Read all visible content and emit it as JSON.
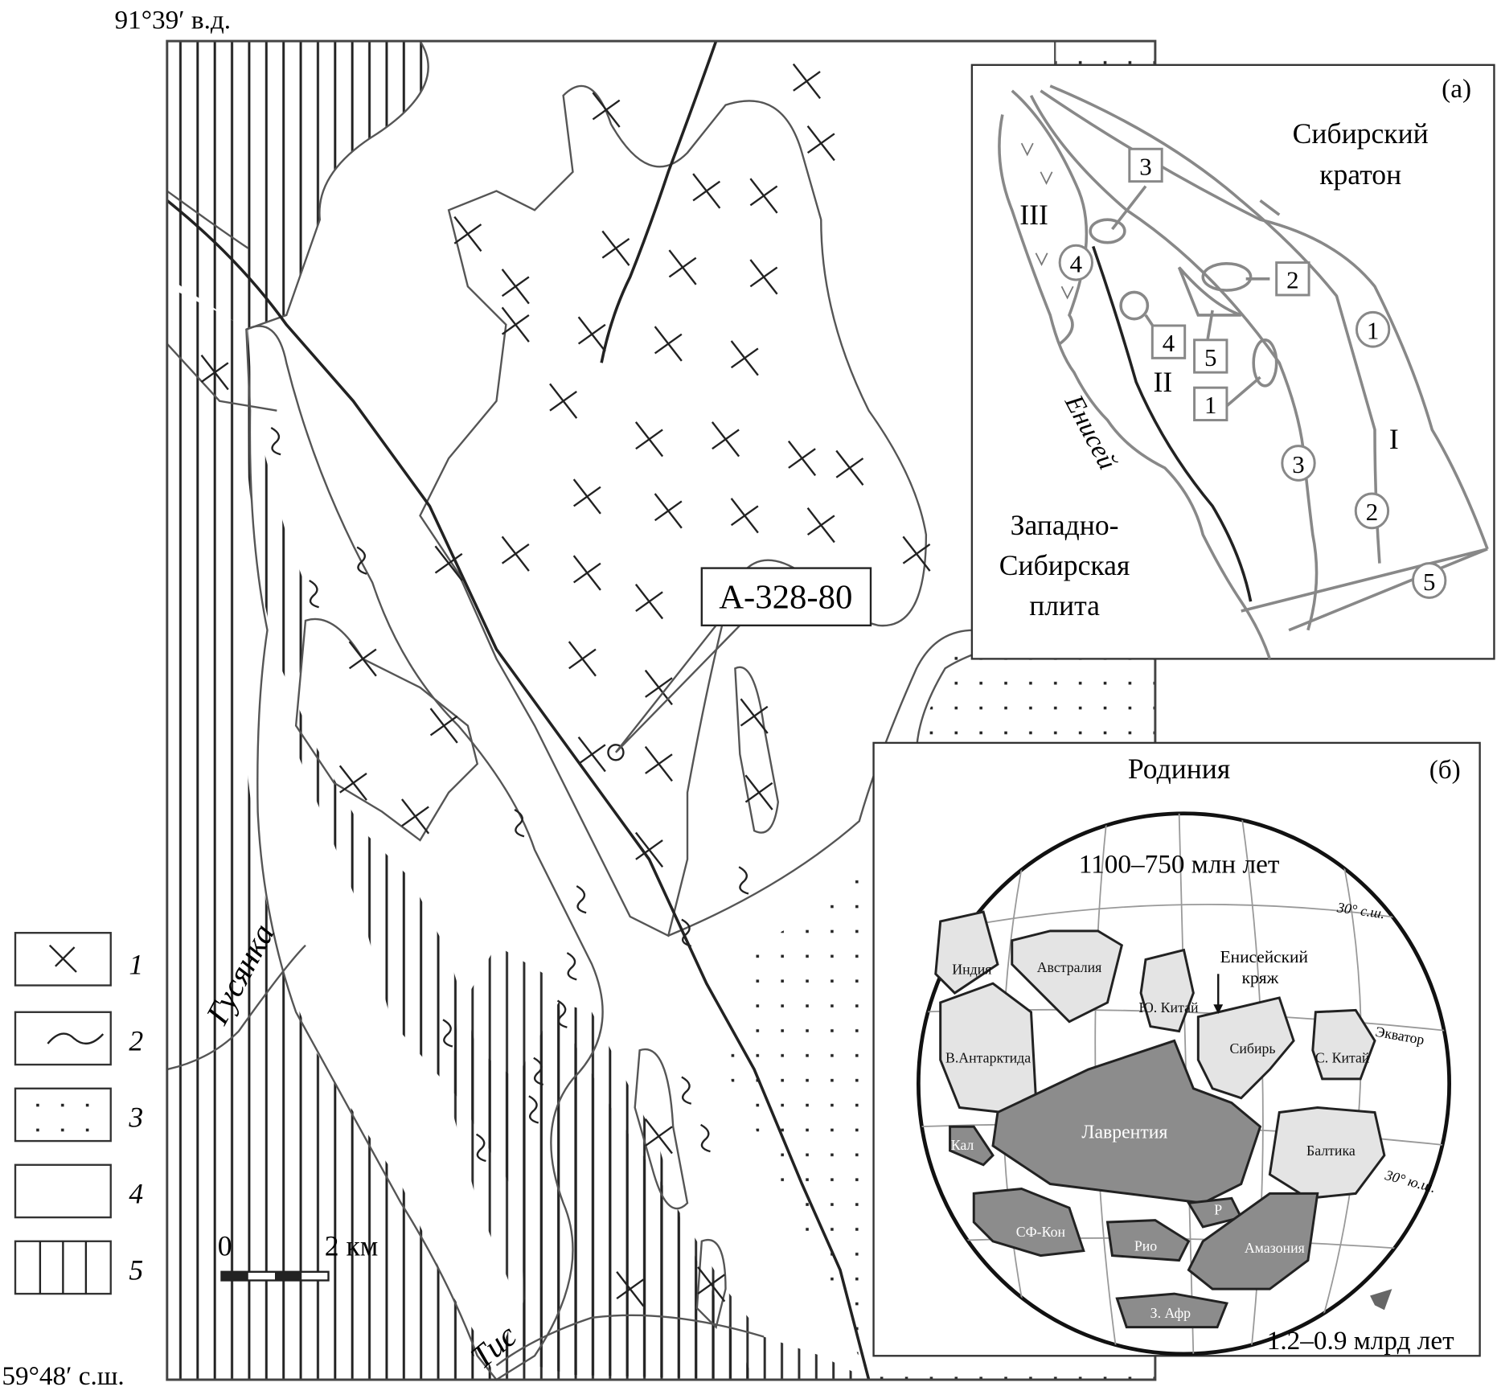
{
  "coordinates": {
    "longitude": "91°39′ в.д.",
    "latitude": "59°48′ с.ш."
  },
  "legend": [
    {
      "number": "1",
      "pattern": "cross"
    },
    {
      "number": "2",
      "pattern": "wave"
    },
    {
      "number": "3",
      "pattern": "dots"
    },
    {
      "number": "4",
      "pattern": "blank"
    },
    {
      "number": "5",
      "pattern": "vertical-lines"
    }
  ],
  "main_map": {
    "sample_label": "А-328-80",
    "river_1": "Гусянка",
    "river_2": "Тис",
    "scale_bar": {
      "start": "0",
      "end": "2 км"
    }
  },
  "inset_a": {
    "label": "(а)",
    "craton": [
      "Сибирский",
      "кратон"
    ],
    "plate": [
      "Западно-",
      "Сибирская",
      "плита"
    ],
    "river": "Енисей",
    "zones": [
      "I",
      "II",
      "III"
    ],
    "faults": [
      "1",
      "2",
      "3",
      "4",
      "5"
    ],
    "massifs": [
      "1",
      "2",
      "3",
      "4",
      "5"
    ]
  },
  "inset_b": {
    "label": "(б)",
    "title": "Родиния",
    "age_range": "1100–750 млн лет",
    "age_bottom": "1.2–0.9 млрд лет",
    "lat_north": "30° с.ш.",
    "equator": "Экватор",
    "lat_south": "30° ю.ш.",
    "pointer_label": [
      "Енисейский",
      "кряж"
    ],
    "continents": [
      "Индия",
      "Австралия",
      "Ю. Китай",
      "Сибирь",
      "С. Китай",
      "В.Антарктида",
      "Лаврентия",
      "Балтика",
      "Кал",
      "СФ-Кон",
      "Рио",
      "Р",
      "Амазония",
      "З. Афр"
    ]
  },
  "colors": {
    "light_craton": "#e4e4e4",
    "dark_craton": "#8c8c8c",
    "belt": "#5e5e5e",
    "line": "#555555"
  }
}
